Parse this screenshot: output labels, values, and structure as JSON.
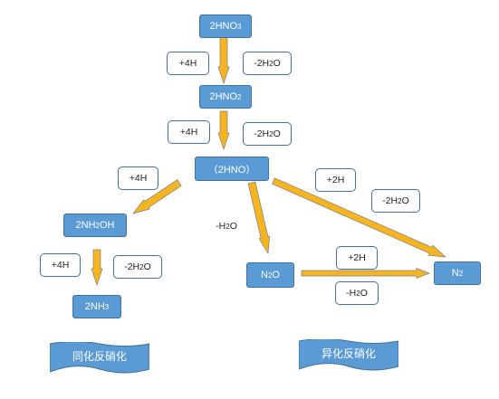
{
  "nodes": {
    "hno3": {
      "main": "2HNO",
      "sub": "3"
    },
    "hno2": {
      "main": "2HNO",
      "sub": "2"
    },
    "hno": {
      "text": "（2HNO）"
    },
    "nh2oh": {
      "pre": "2NH",
      "sub": "2",
      "post": "OH"
    },
    "nh3": {
      "main": "2NH",
      "sub": "3"
    },
    "n2o": {
      "main": "N",
      "sub": "2",
      "post": "O"
    },
    "n2": {
      "main": "N",
      "sub": "2"
    }
  },
  "labels": {
    "plus4h": "+4H",
    "plus2h": "+2H",
    "minus2h2o": {
      "pre": "-2H",
      "sub": "2",
      "post": "O"
    },
    "minush2o": {
      "pre": "-H",
      "sub": "2",
      "post": "O"
    }
  },
  "banners": {
    "left": "同化反硝化",
    "right": "异化反硝化"
  },
  "colors": {
    "node_fill": "#5b9bd5",
    "node_border": "#41719c",
    "arrow_fill": "#f6b520",
    "arrow_border": "#7f7f7f"
  }
}
